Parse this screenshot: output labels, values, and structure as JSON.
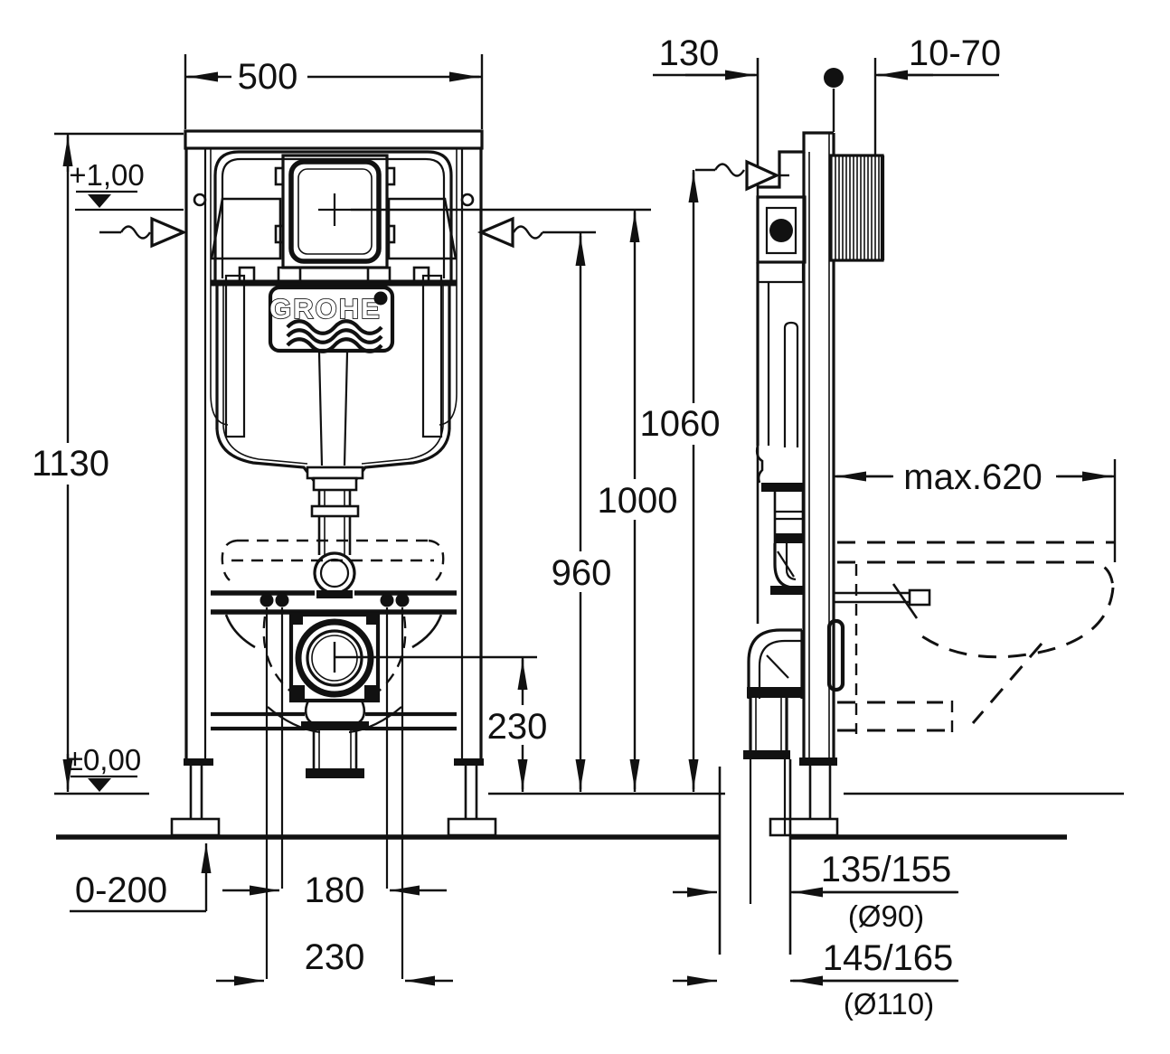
{
  "colors": {
    "ink": "#111111",
    "background": "#ffffff"
  },
  "brand": {
    "logo_text": "GROHE"
  },
  "front_view": {
    "width": "500",
    "height": "1130",
    "level_plate_center": "+1,00",
    "level_floor": "±0,00",
    "foot_adjustment_range": "0-200",
    "bolt_spacing_inner": "180",
    "bolt_spacing_outer": "230",
    "drain_center_height": "230"
  },
  "side_view": {
    "frame_depth": "130",
    "actuation_depth_range": "10-70",
    "frame_top_height": "1060",
    "plate_center_height": "1000",
    "flush_connection_height": "960",
    "bowl_projection_max": "max.620",
    "drain_offset_small": "135/155",
    "drain_offset_small_pipe": "(Ø90)",
    "drain_offset_large": "145/165",
    "drain_offset_large_pipe": "(Ø110)"
  }
}
